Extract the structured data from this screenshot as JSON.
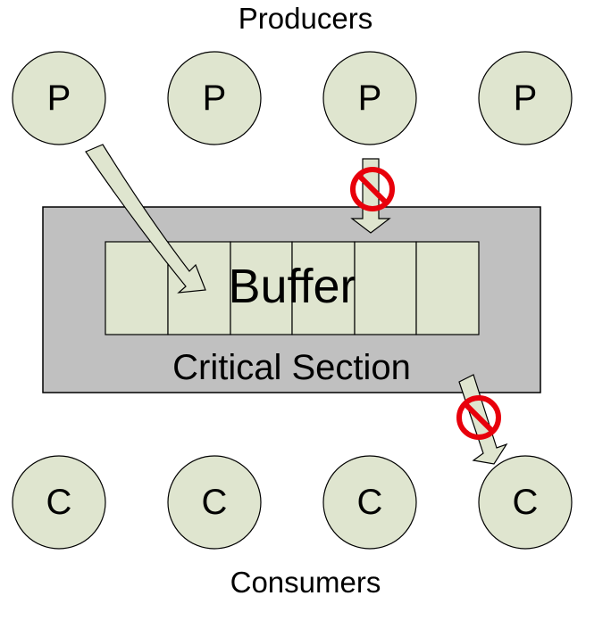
{
  "diagram": {
    "producers_label": "Producers",
    "consumers_label": "Consumers",
    "buffer_label": "Buffer",
    "critical_section_label": "Critical Section",
    "producers": [
      {
        "letter": "P"
      },
      {
        "letter": "P"
      },
      {
        "letter": "P"
      },
      {
        "letter": "P"
      }
    ],
    "consumers": [
      {
        "letter": "C"
      },
      {
        "letter": "C"
      },
      {
        "letter": "C"
      },
      {
        "letter": "C"
      }
    ],
    "buffer_slot_count": 6,
    "colors": {
      "node_fill": "#dfe5cf",
      "buffer_fill": "#dfe5cf",
      "critical_fill": "#c0c0c0",
      "arrow_fill": "#dfe5cf",
      "outline": "#000000",
      "forbidden_red": "#e8000b"
    },
    "icons": [
      "allowed-arrow",
      "blocked-arrow",
      "no-entry-icon"
    ]
  }
}
